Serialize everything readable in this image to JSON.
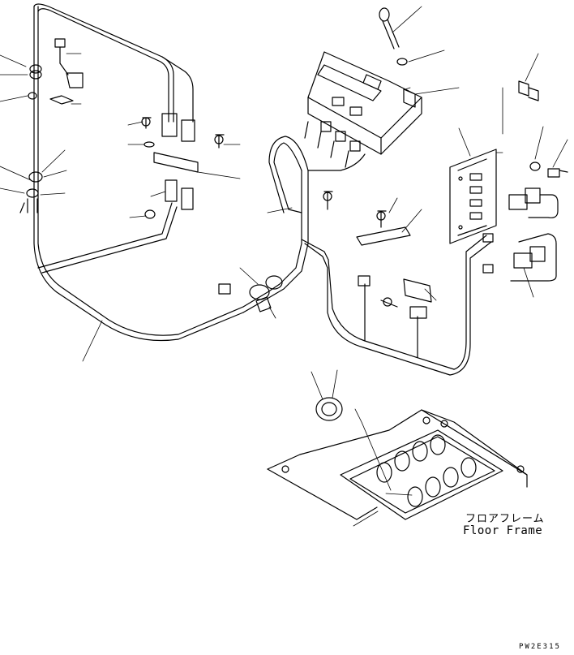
{
  "labels": {
    "floor_frame_jp": "フロアフレーム",
    "floor_frame_en": "Floor Frame",
    "drawing_code": "PW2E315"
  }
}
